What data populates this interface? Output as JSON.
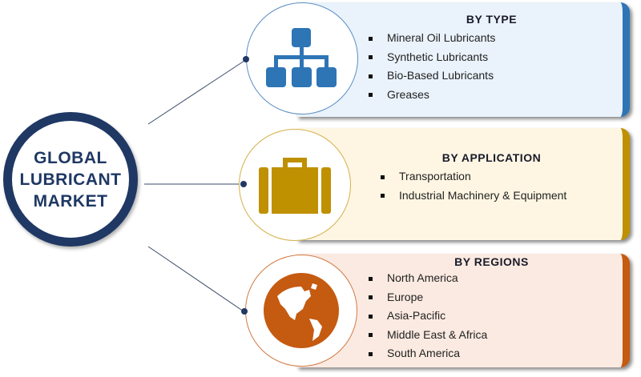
{
  "title": [
    "GLOBAL",
    "LUBRICANT",
    "MARKET"
  ],
  "segments": [
    {
      "heading": "BY TYPE",
      "icon": "hierarchy-icon",
      "color": "#2E75B6",
      "bg": "#EAF2FB",
      "items": [
        "Mineral Oil Lubricants",
        "Synthetic Lubricants",
        "Bio-Based Lubricants",
        "Greases"
      ]
    },
    {
      "heading": "BY APPLICATION",
      "icon": "briefcase-icon",
      "color": "#BF9000",
      "bg": "#FEF6E3",
      "items": [
        "Transportation",
        "Industrial Machinery & Equipment"
      ]
    },
    {
      "heading": "BY REGIONS",
      "icon": "globe-icon",
      "color": "#C55A11",
      "bg": "#FBEAE1",
      "items": [
        "North America",
        "Europe",
        "Asia-Pacific",
        "Middle East & Africa",
        "South America"
      ]
    }
  ]
}
